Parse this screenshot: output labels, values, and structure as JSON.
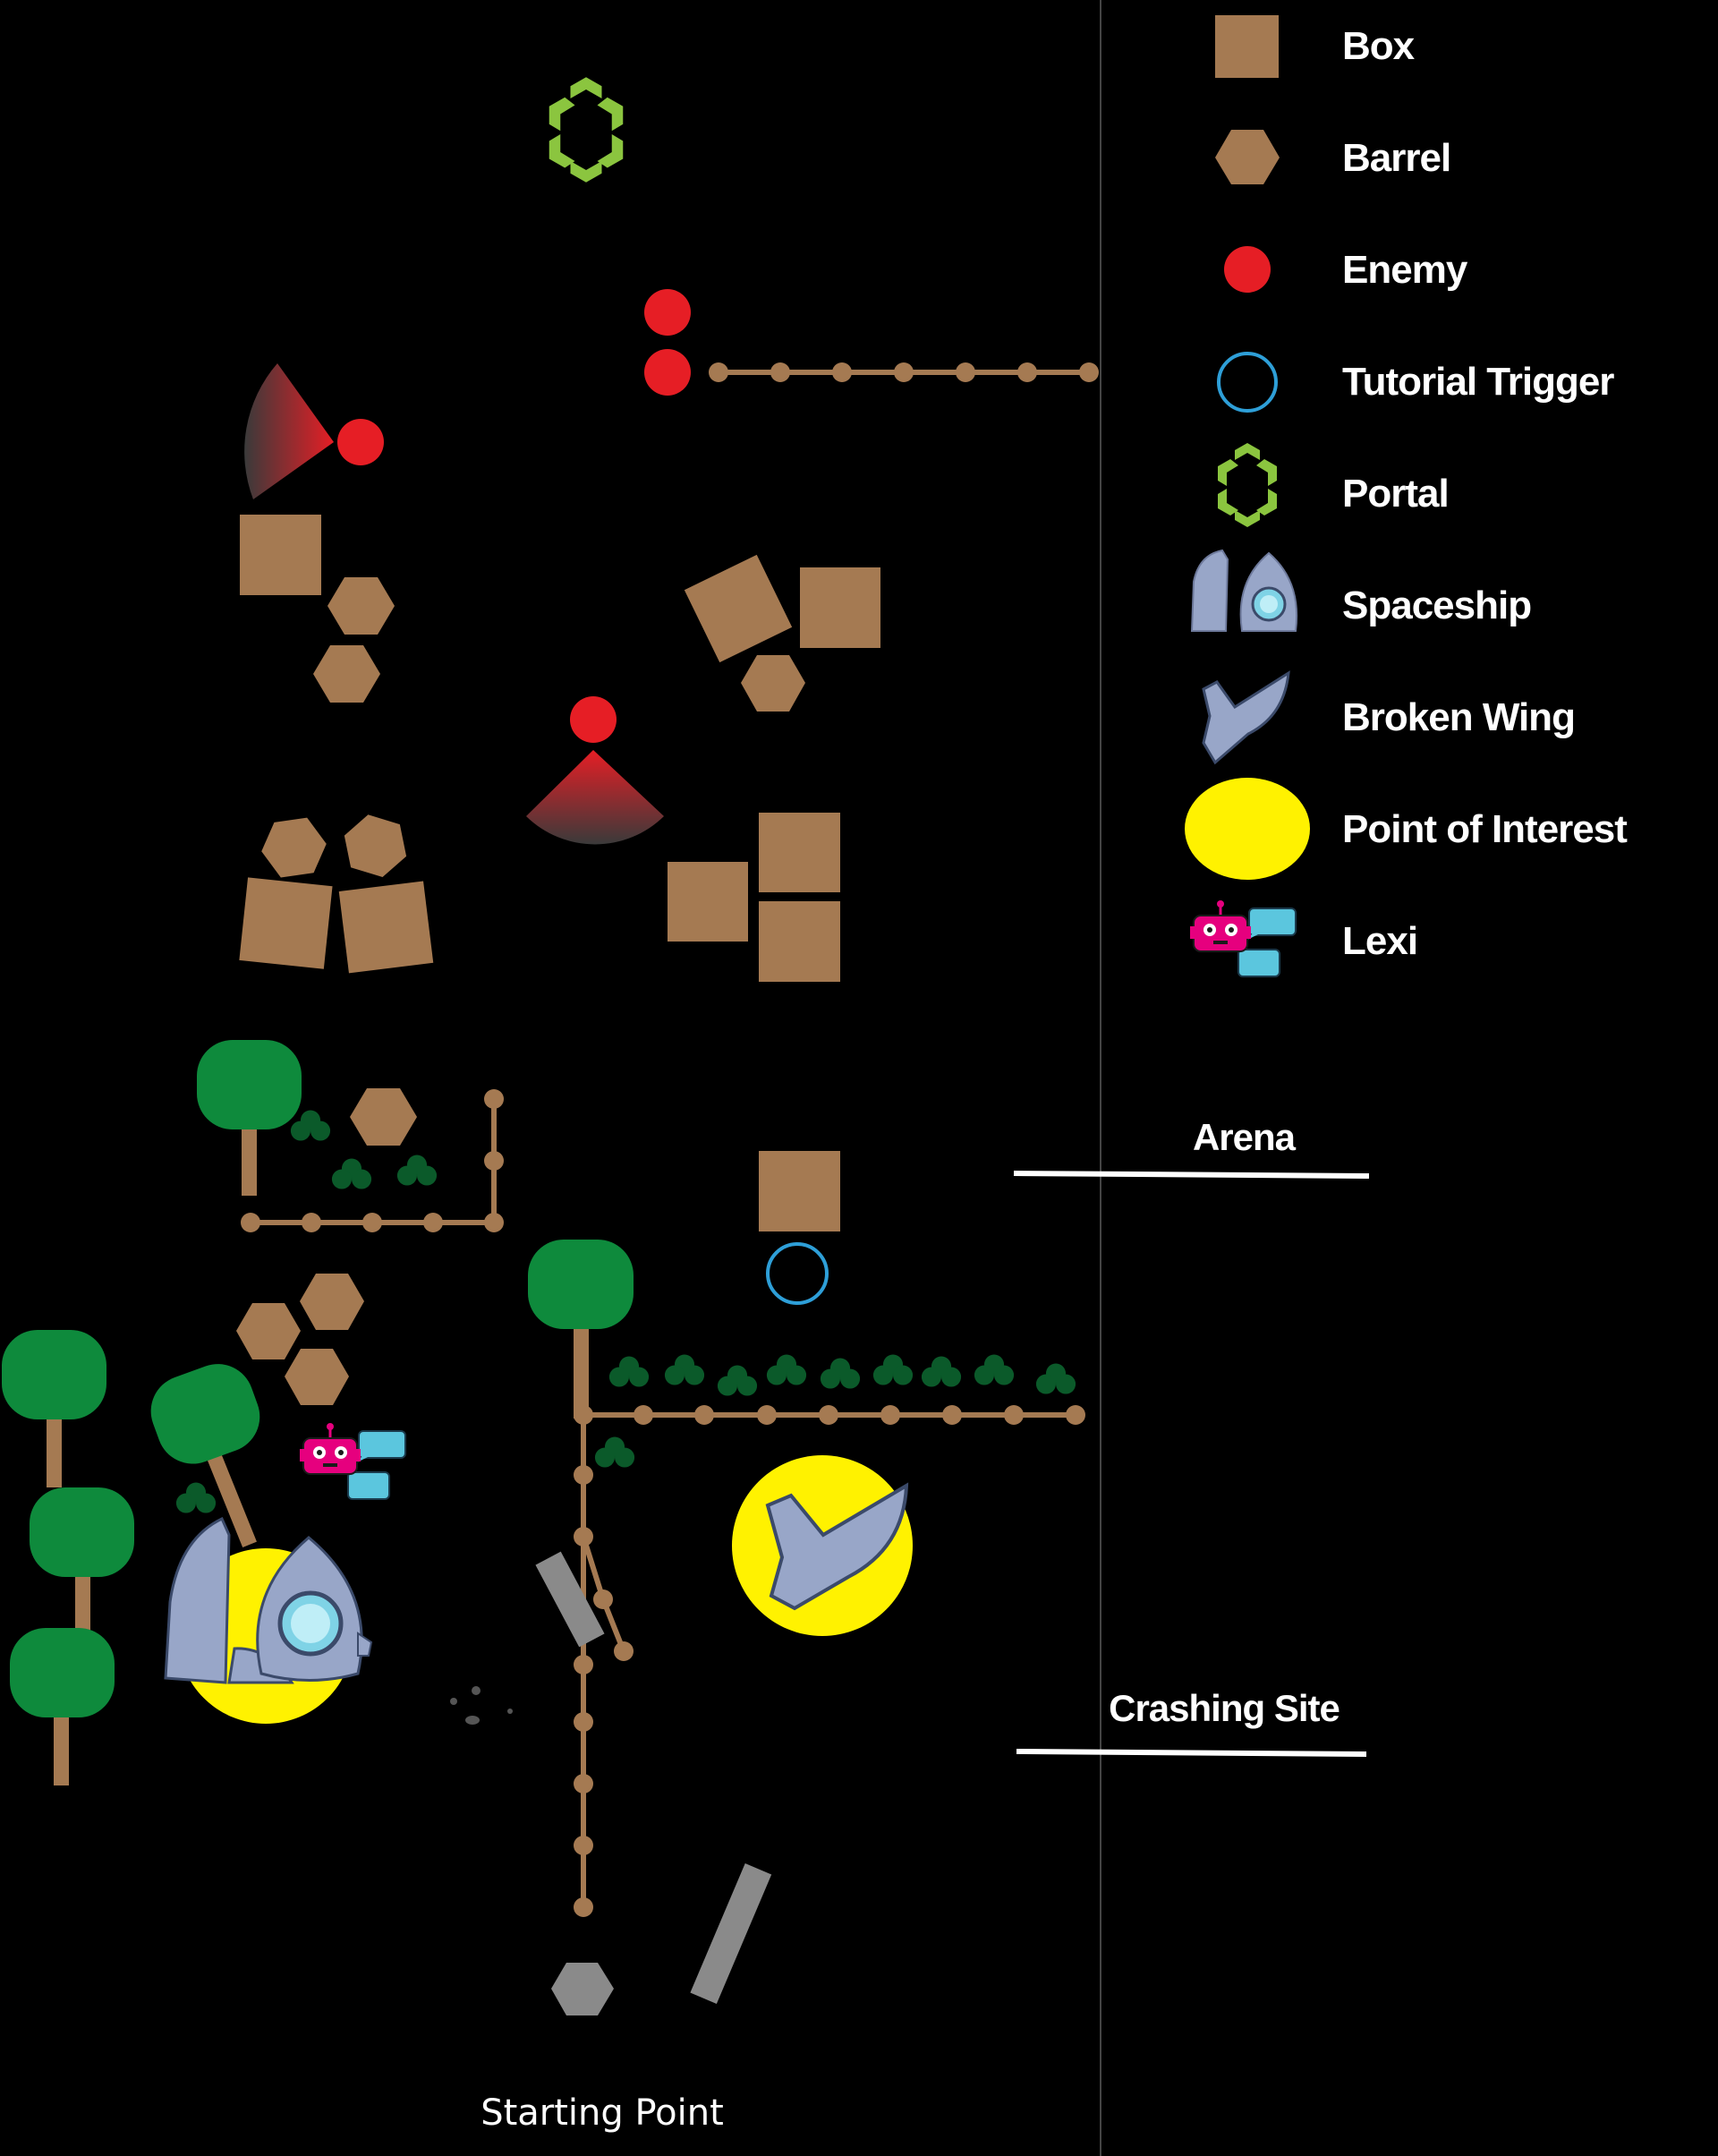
{
  "colors": {
    "background": "#000000",
    "box": "#a57a52",
    "barrel": "#a57a52",
    "enemy": "#e61e25",
    "tutorial_trigger": "#2e9fd8",
    "portal": "#8bc53f",
    "spaceship": "#98a6c8",
    "point_of_interest": "#fff200",
    "lexi": "#e6007e",
    "lexi_bubble": "#5bc6de",
    "path": "#a57a52",
    "tree_canopy": "#0e8a3c",
    "tree_trunk": "#a57a52",
    "bush": "#0b5a2a",
    "rock": "#8a8a8a",
    "divider": "#ffffff"
  },
  "legend": {
    "items": [
      {
        "icon": "box-icon",
        "label": "Box"
      },
      {
        "icon": "barrel-icon",
        "label": "Barrel"
      },
      {
        "icon": "enemy-icon",
        "label": "Enemy"
      },
      {
        "icon": "tutorial-trigger-icon",
        "label": "Tutorial Trigger"
      },
      {
        "icon": "portal-icon",
        "label": "Portal"
      },
      {
        "icon": "spaceship-icon",
        "label": "Spaceship"
      },
      {
        "icon": "broken-wing-icon",
        "label": "Broken Wing"
      },
      {
        "icon": "point-of-interest-icon",
        "label": "Point of Interest"
      },
      {
        "icon": "lexi-icon",
        "label": "Lexi"
      }
    ]
  },
  "sections": {
    "arena": "Arena",
    "crashing_site": "Crashing Site",
    "starting_point": "Starting Point"
  }
}
